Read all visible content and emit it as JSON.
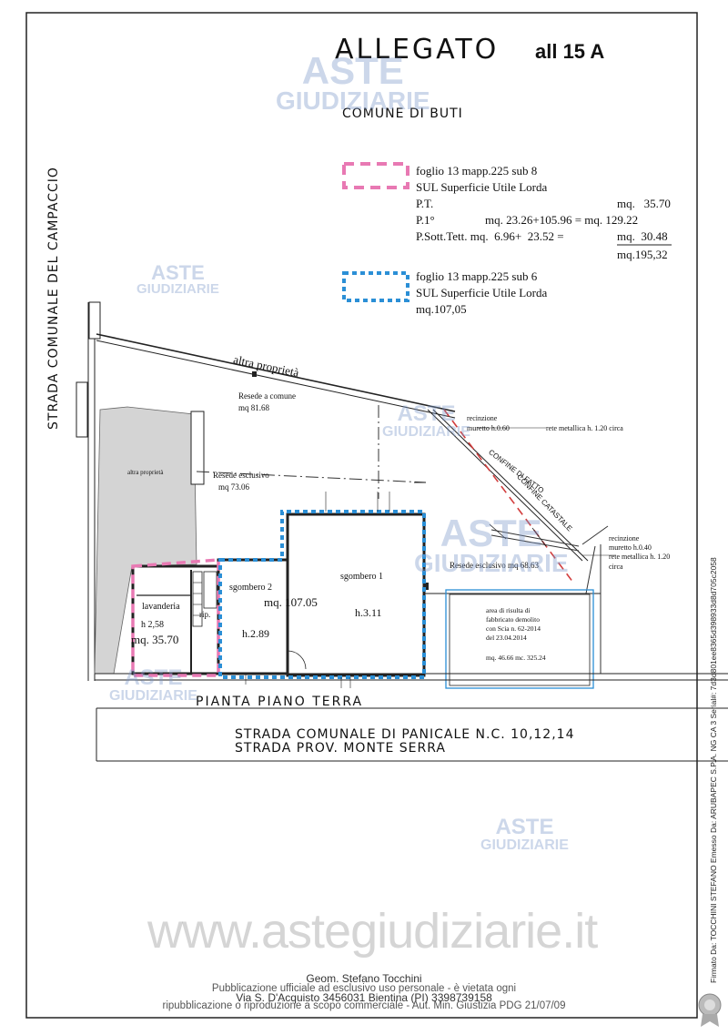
{
  "header": {
    "title": "ALLEGATO",
    "attachment": "all 15 A",
    "municipality": "COMUNE DI BUTI"
  },
  "legend": {
    "sub8": {
      "color": "#e879b3",
      "line1": "foglio 13 mapp.225 sub 8",
      "line2": "SUL Superficie Utile Lorda",
      "pt_label": "P.T.",
      "pt_value": "mq.   35.70",
      "p1_label": "P.1°",
      "p1_value": "mq. 23.26+105.96 = mq. 129.22",
      "sott_label": "P.Sott.Tett. mq.  6.96+  23.52 =",
      "sott_value": "mq.  30.48",
      "total": "mq.195,32"
    },
    "sub6": {
      "color": "#2b8fd6",
      "line1": "foglio 13 mapp.225 sub 6",
      "line2": "SUL Superficie Utile Lorda",
      "total": "mq.107,05"
    }
  },
  "plan": {
    "road_left": "STRADA COMUNALE DEL CAMPACCIO",
    "altra_proprieta_top": "altra proprietà",
    "altra_proprieta_left": "altra proprietà",
    "resede_comune": "Resede a comune",
    "resede_comune_area": "mq 81.68",
    "resede_esclusivo": "Resede esclusivo",
    "resede_esclusivo_area": "mq 73.06",
    "resede_esclusivo2": "Resede esclusivo mq 68.63",
    "recinzione1": "recinzione",
    "muretto1": "muretto h.0.60",
    "rete1": "rete metallica h. 1.20 circa",
    "confine_fatto": "CONFINE DI FATTO",
    "confine_catastale": "CONFINE CATASTALE",
    "recinzione2": "recinzione",
    "muretto2": "muretto h.0.40",
    "rete2": "rete metallica h. 1.20",
    "circa": "circa",
    "lavanderia": "lavanderia",
    "lavanderia_h": "h 2,58",
    "lavanderia_mq": "mq. 35.70",
    "rip": "rip.",
    "sgombero2": "sgombero 2",
    "sgombero2_mq": "mq. 107.05",
    "sgombero2_h": "h.2.89",
    "sgombero1": "sgombero 1",
    "sgombero1_h": "h.3.11",
    "demolito1": "area di risulta di",
    "demolito2": "fabbricato demolito",
    "demolito3": "con Scia n. 62-2014",
    "demolito4": "del 23.04.2014",
    "demolito5": "mq. 46.66 mc. 325.24",
    "floor": "PIANTA PIANO TERRA",
    "street1": "STRADA COMUNALE DI PANICALE N.C. 10,12,14",
    "street2": "STRADA PROV. MONTE SERRA"
  },
  "watermark": {
    "line1": "ASTE",
    "line2": "GIUDIZIARIE",
    "url": "www.astegiudiziarie.it"
  },
  "footer": {
    "author": "Geom. Stefano Tocchini",
    "notice1": "Pubblicazione ufficiale ad esclusivo uso personale - è vietata ogni",
    "address": "Via S. D'Acquisto 3456031 Bientina (PI) 3398739158",
    "notice2": "ripubblicazione o riproduzione a scopo commerciale - Aut. Min. Giustizia PDG 21/07/09"
  },
  "signature": "Firmato Da: TOCCHINI STEFANO Emesso Da: ARUBAPEC S.P.A. NG CA 3 Serial#: 7d3d801ee8365d398933d8d705c2058"
}
